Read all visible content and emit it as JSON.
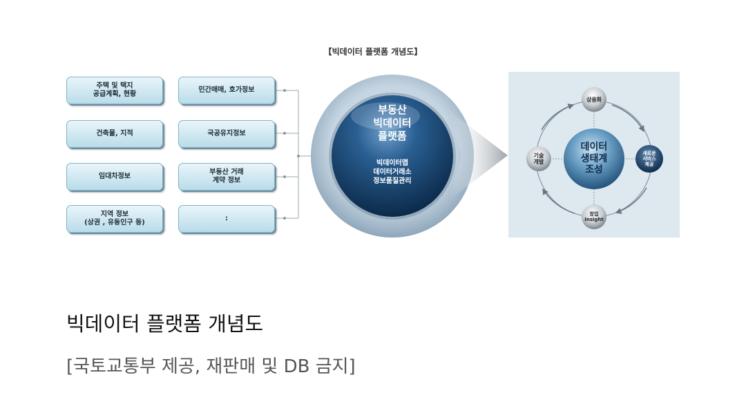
{
  "diagram": {
    "title": "【빅데이터 플랫폼 개념도】",
    "left_boxes": [
      "주택 및 택지\n공급계획, 현황",
      "민간매매, 호가정보",
      "건축물, 지적",
      "국공유지정보",
      "임대차정보",
      "부동산 거래\n계약 정보",
      "지역 정보\n(상권 , 유동인구 등)",
      ":"
    ],
    "center": {
      "title": "부동산\n빅데이터\n플랫폼",
      "sub": "빅데이터맵\n데이터거래소\n정보품질관리"
    },
    "ecosystem": {
      "center": "데이터\n생태계\n조성",
      "top": "상용화",
      "right": "새로운\n서비스\n제공",
      "bottom": "창업\nInsight",
      "left": "기술\n개발"
    }
  },
  "caption": {
    "title": "빅데이터 플랫폼 개념도",
    "source": "[국토교통부 제공, 재판매 및 DB 금지]"
  },
  "colors": {
    "box_border": "#7fb3c9",
    "center_sphere": "#123d66",
    "ring": "#b6c9d8",
    "panel_bg": "#dde9ef"
  }
}
